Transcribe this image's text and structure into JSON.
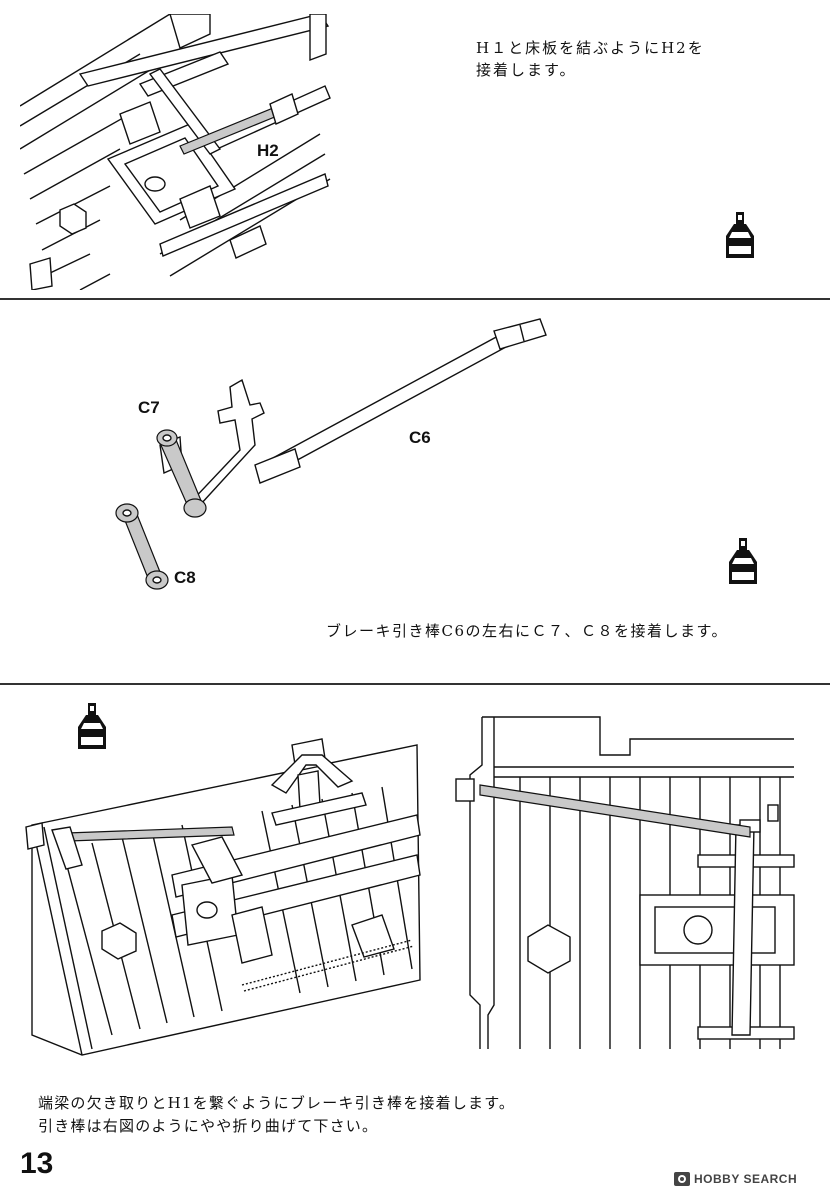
{
  "step1": {
    "instruction_line1": "H１と床板を結ぶようにH2を",
    "instruction_line2": "接着します。",
    "part_label": "H2"
  },
  "step2": {
    "labels": {
      "c7": "C7",
      "c6": "C6",
      "c8": "C8"
    },
    "instruction": "ブレーキ引き棒C6の左右にＣ７、Ｃ８を接着します。"
  },
  "step3": {
    "instruction_line1": "端梁の欠き取りとH1を繋ぐようにブレーキ引き棒を接着します。",
    "instruction_line2": "引き棒は右図のようにやや折り曲げて下さい。"
  },
  "footer": {
    "page_number": "13",
    "brand": "HOBBY SEARCH"
  },
  "icons": {
    "glue": "glue-bottle-icon",
    "logo": "hobbysearch-logo-icon"
  },
  "colors": {
    "line": "#111111",
    "part_fill": "#c9c9c9",
    "divider": "#333333"
  }
}
